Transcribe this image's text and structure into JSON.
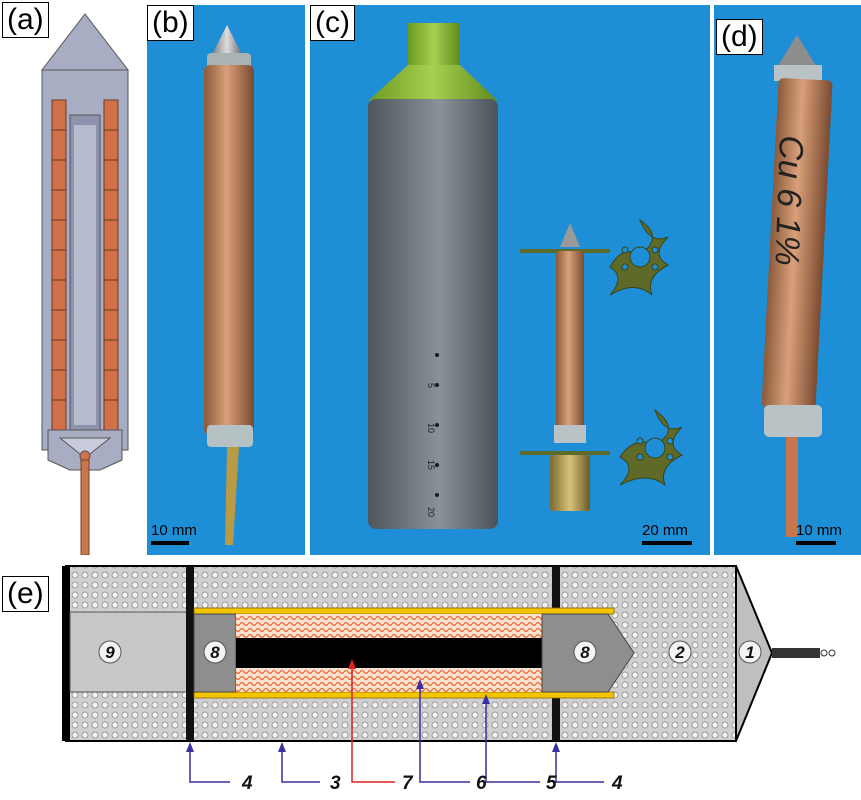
{
  "panels": {
    "a": {
      "label": "(a)"
    },
    "b": {
      "label": "(b)",
      "scale_label": "10 mm"
    },
    "c": {
      "label": "(c)",
      "scale_label": "20 mm",
      "tube_markings": [
        "5",
        "10",
        "15",
        "20"
      ]
    },
    "d": {
      "label": "(d)",
      "scale_label": "10 mm",
      "handwriting": "Cu 6 1%"
    },
    "e": {
      "label": "(e)",
      "zone_numbers": [
        "9",
        "8",
        "8",
        "2",
        "1"
      ],
      "callouts": [
        "4",
        "3",
        "7",
        "6",
        "5",
        "4"
      ]
    }
  },
  "colors": {
    "background_blue": "#1e8fd6",
    "copper": "#c98a62",
    "gray_cylinder": "#6f7780",
    "green_cap": "#8fb83a",
    "arrow_blue": "#3a2fa0",
    "arrow_red": "#e02020",
    "heater_orange": "#f08a5a",
    "yellow_sheath": "#f4c400"
  }
}
